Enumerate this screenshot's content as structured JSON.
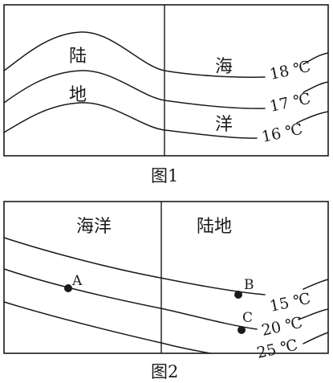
{
  "figure1": {
    "caption": "图1",
    "land_chars": [
      "陆",
      "地"
    ],
    "ocean_chars": [
      "海",
      "洋"
    ],
    "isotherms": [
      "18 ℃",
      "17 ℃",
      "16 ℃"
    ]
  },
  "figure2": {
    "caption": "图2",
    "ocean_label": "海洋",
    "land_label": "陆地",
    "isotherms": [
      "15 ℃",
      "20 ℃",
      "25 ℃"
    ],
    "points": [
      "A",
      "B",
      "C"
    ]
  }
}
